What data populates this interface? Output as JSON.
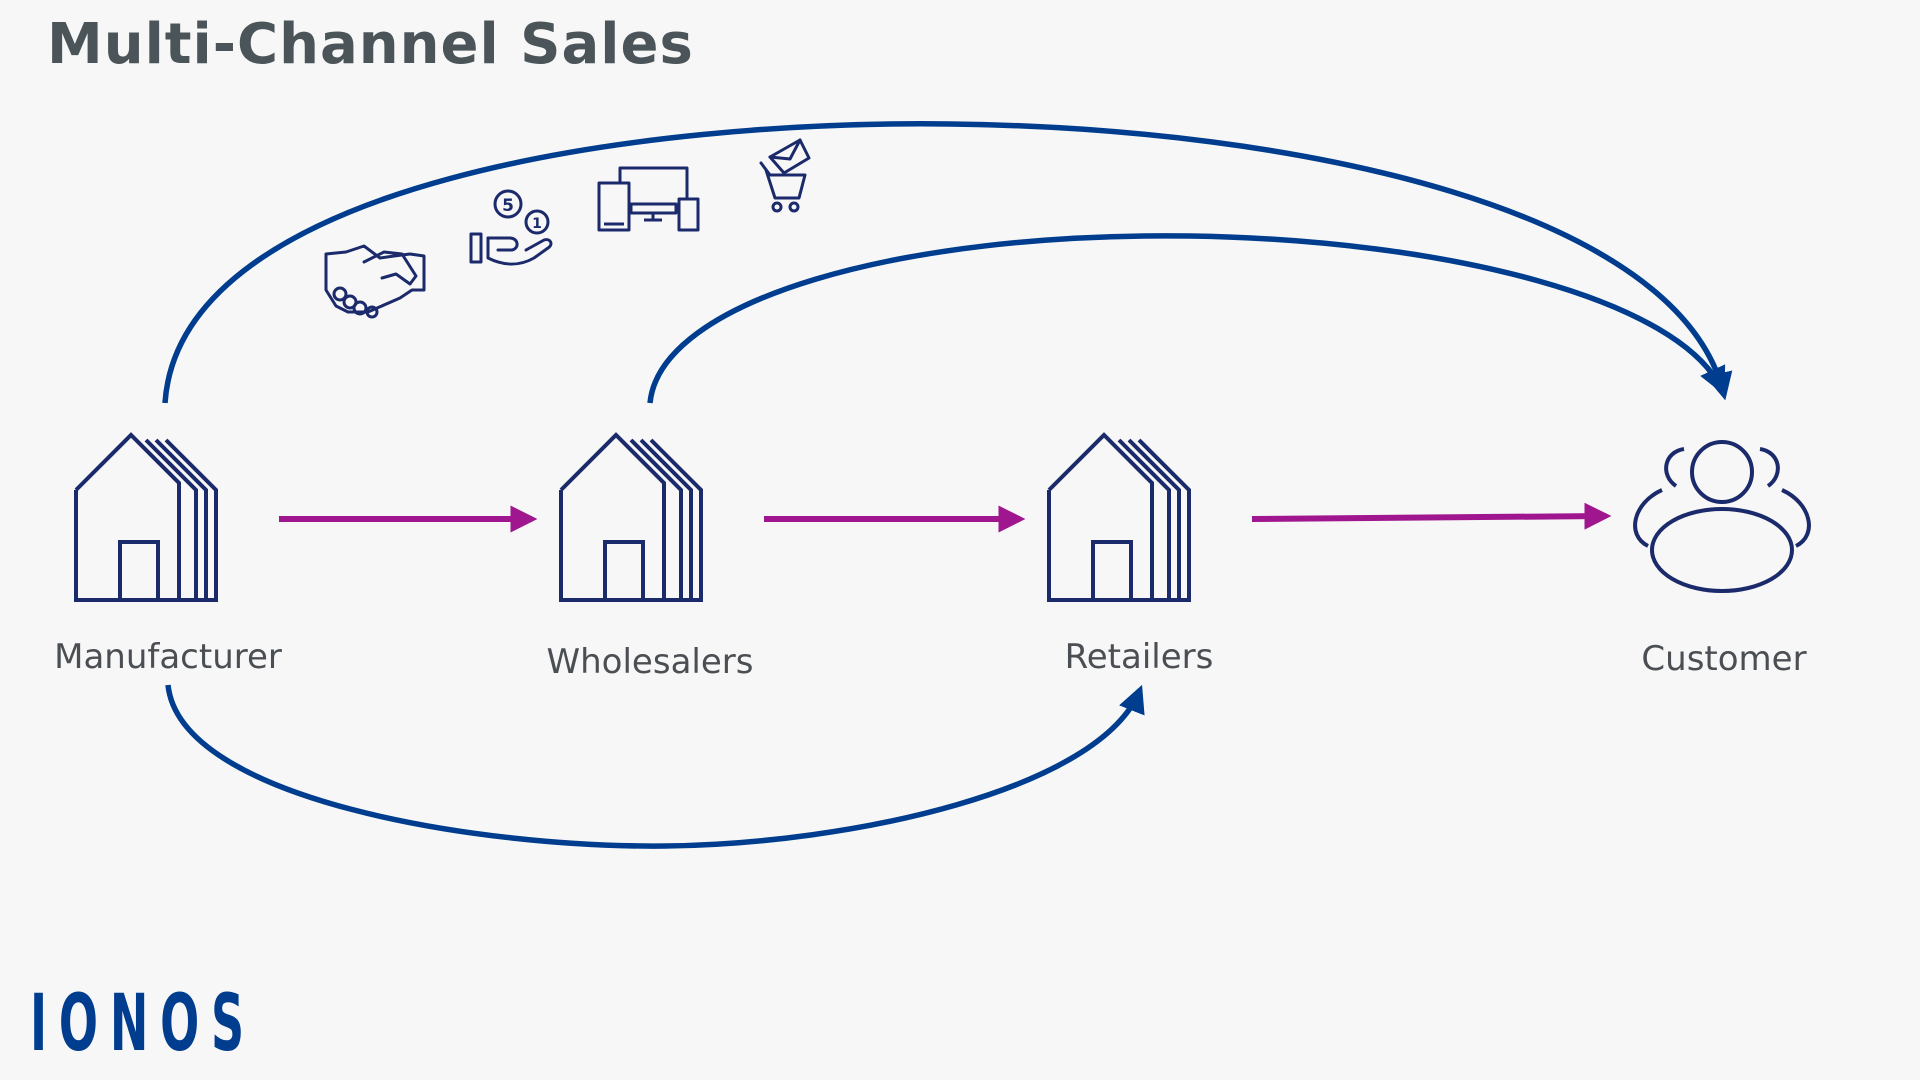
{
  "title": "Multi-Channel Sales",
  "nodes": {
    "manufacturer": {
      "label": "Manufacturer"
    },
    "wholesalers": {
      "label": "Wholesalers"
    },
    "retailers": {
      "label": "Retailers"
    },
    "customer": {
      "label": "Customer"
    }
  },
  "channel_icons": [
    "handshake-icon",
    "cash-payment-icon",
    "devices-icon",
    "shopping-cart-icon"
  ],
  "brand": {
    "logo_text": "IONOS"
  },
  "colors": {
    "background": "#f7f7f7",
    "title": "#4b5458",
    "icon_stroke": "#1b2a6b",
    "direct_arrow": "#003d8f",
    "chain_arrow": "#a0168f",
    "label": "#4b4f54",
    "brand": "#003d8f"
  }
}
